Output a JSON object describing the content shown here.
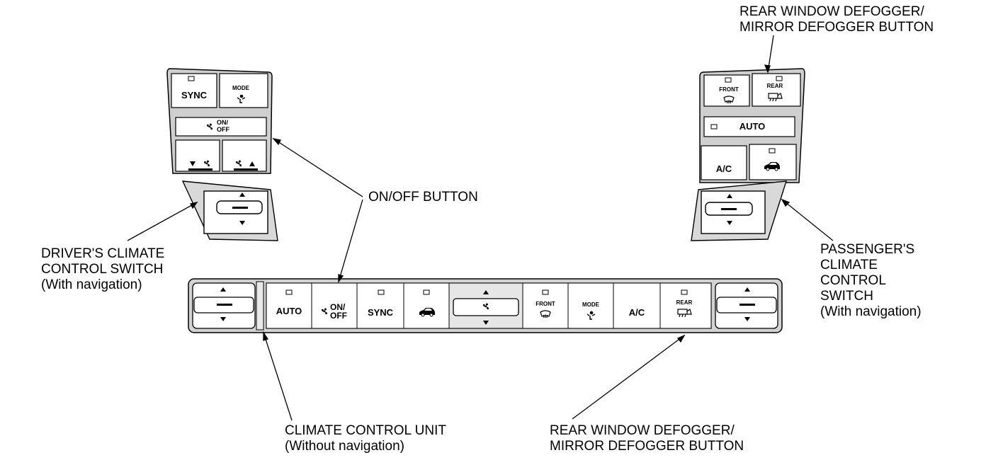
{
  "callouts": {
    "rear_defogger_top": {
      "line1": "REAR WINDOW DEFOGGER/",
      "line2": "MIRROR DEFOGGER BUTTON"
    },
    "on_off": {
      "line1": "ON/OFF BUTTON"
    },
    "driver_switch": {
      "line1": "DRIVER'S CLIMATE",
      "line2": "CONTROL SWITCH",
      "line3": "(With navigation)"
    },
    "passenger_switch": {
      "line1": "PASSENGER'S",
      "line2": "CLIMATE",
      "line3": "CONTROL",
      "line4": "SWITCH",
      "line5": "(With navigation)"
    },
    "unit": {
      "line1": "CLIMATE CONTROL UNIT",
      "line2": "(Without navigation)"
    },
    "rear_defogger_bottom": {
      "line1": "REAR WINDOW DEFOGGER/",
      "line2": "MIRROR DEFOGGER BUTTON"
    }
  },
  "driver_panel": {
    "sync": "SYNC",
    "mode": "MODE",
    "on_off": {
      "a": "ON/",
      "b": "OFF"
    }
  },
  "passenger_panel": {
    "front": "FRONT",
    "rear": "REAR",
    "auto": "AUTO",
    "ac": "A/C"
  },
  "unit_buttons": {
    "auto": "AUTO",
    "on_off": {
      "a": "ON/",
      "b": "OFF"
    },
    "sync": "SYNC",
    "front": "FRONT",
    "mode": "MODE",
    "ac": "A/C",
    "rear": "REAR"
  },
  "icons": {
    "fan": "fan-icon",
    "recirculation": "recirculation-car-icon",
    "defrost_front": "front-defrost-icon",
    "defrost_rear": "rear-defrost-icon",
    "arrow_up": "triangle-up-icon",
    "arrow_down": "triangle-down-icon"
  }
}
